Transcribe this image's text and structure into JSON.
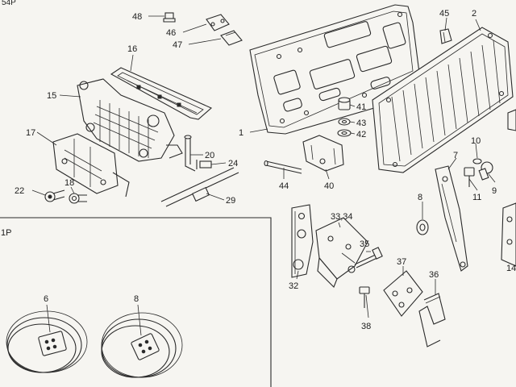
{
  "corner_label": "54P",
  "inset_label": "1P",
  "parts": {
    "p1": "1",
    "p2": "2",
    "p6": "6",
    "p7": "7",
    "p8a": "8",
    "p8b": "8",
    "p9": "9",
    "p10": "10",
    "p11": "11",
    "p14": "14",
    "p15": "15",
    "p16": "16",
    "p17": "17",
    "p18": "18",
    "p20": "20",
    "p22": "22",
    "p24": "24",
    "p29": "29",
    "p32": "32",
    "p3334": "33,34",
    "p35": "35",
    "p36": "36",
    "p37": "37",
    "p38": "38",
    "p40": "40",
    "p41": "41",
    "p42": "42",
    "p43": "43",
    "p44": "44",
    "p45": "45",
    "p46": "46",
    "p47": "47",
    "p48": "48"
  }
}
